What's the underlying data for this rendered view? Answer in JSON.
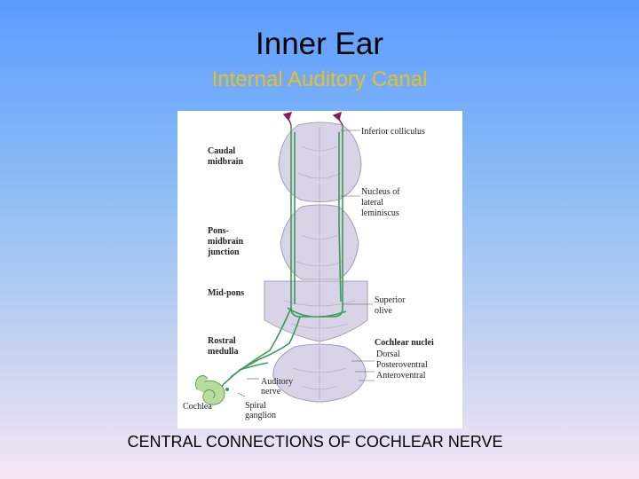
{
  "slide": {
    "title": "Inner Ear",
    "subtitle": "Internal Auditory Canal",
    "caption": "CENTRAL CONNECTIONS OF COCHLEAR NERVE"
  },
  "figure": {
    "left_labels": {
      "caudal": [
        "Caudal",
        "midbrain"
      ],
      "pons": [
        "Pons-",
        "midbrain",
        "junction"
      ],
      "midpons": [
        "Mid-pons"
      ],
      "rostral": [
        "Rostral",
        "medulla"
      ],
      "cochlea": [
        "Cochlea"
      ]
    },
    "right_labels": {
      "inferior_colliculus": [
        "Inferior colliculus"
      ],
      "lateral_lemniscus": [
        "Nucleus of",
        "lateral",
        "leminiscus"
      ],
      "superior_olive": [
        "Superior",
        "olive"
      ],
      "cochlear_nuclei": [
        "Cochlear nuclei"
      ],
      "dorsal": [
        "Dorsal"
      ],
      "posteroventral": [
        "Posteroventral"
      ],
      "anteroventral": [
        "Anteroventral"
      ]
    },
    "bottom_labels": {
      "auditory_nerve": [
        "Auditory",
        "nerve"
      ],
      "spiral_ganglion": [
        "Spiral",
        "ganglion"
      ]
    },
    "colors": {
      "pathway": "#3a9a5a",
      "arrow": "#8a1a5a",
      "brain_fill": "#d8d3e6",
      "brain_stroke": "#a39cbb"
    }
  }
}
